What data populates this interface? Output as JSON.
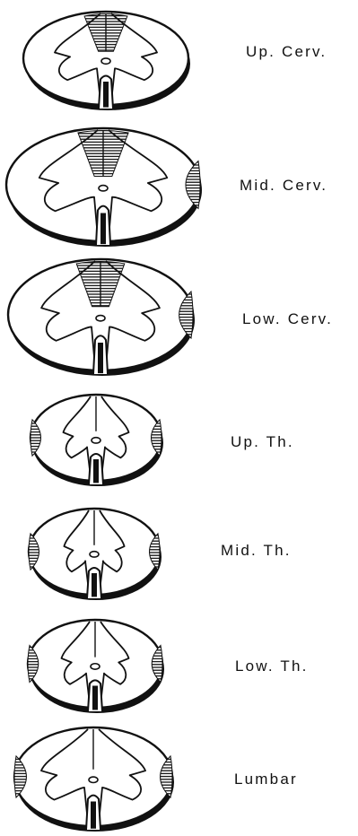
{
  "sections": [
    {
      "id": "up-cerv",
      "label": "Up. Cerv."
    },
    {
      "id": "mid-cerv",
      "label": "Mid. Cerv."
    },
    {
      "id": "low-cerv",
      "label": "Low. Cerv."
    },
    {
      "id": "up-th",
      "label": "Up. Th."
    },
    {
      "id": "mid-th",
      "label": "Mid. Th."
    },
    {
      "id": "low-th",
      "label": "Low. Th."
    },
    {
      "id": "lumbar",
      "label": "Lumbar"
    }
  ],
  "colors": {
    "ink": "#111111",
    "background": "#ffffff"
  }
}
